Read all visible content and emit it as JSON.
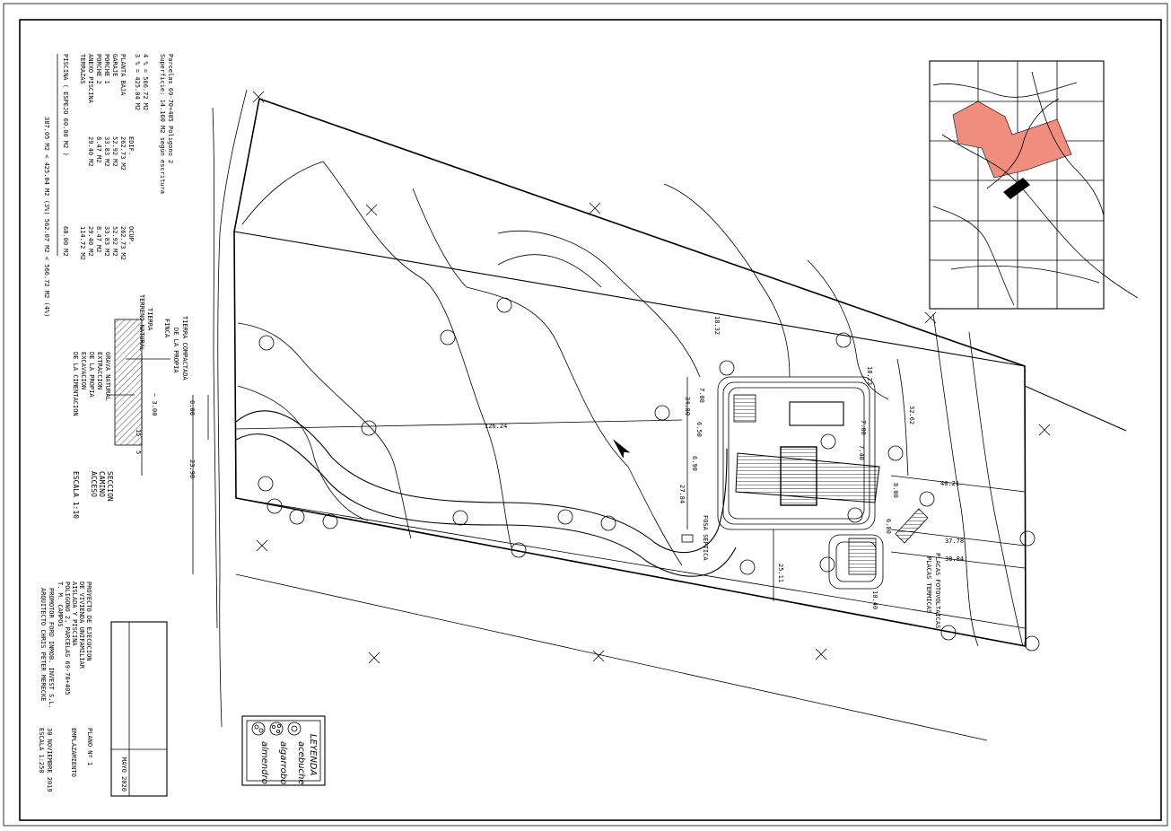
{
  "sheet": {
    "data_block": {
      "lines": [
        "Parcelas 69-70+405  Poligono 2",
        "Superficie: 14.160 M2 según escritura",
        "4 % =  566.72 M2",
        "3 % =  425.04 M2"
      ],
      "table_headers": [
        "EDIF.",
        "OCUP."
      ],
      "rows": [
        {
          "name": "PLANTA BAJA",
          "edif": "262.73 M2",
          "ocup": "262.73 M2"
        },
        {
          "name": "GARAJE",
          "edif": "52.92 M2",
          "ocup": "52.92 M2"
        },
        {
          "name": "PORCHE 1",
          "edif": "33.83 M2",
          "ocup": "33.83 M2"
        },
        {
          "name": "PORCHE 2",
          "edif": "8.47 M2",
          "ocup": "8.47 M2"
        },
        {
          "name": "ANEXO PISCINA",
          "edif": "29.40 M2",
          "ocup": "29.40 M2"
        },
        {
          "name": "TERRAZAS",
          "edif": "",
          "ocup": "114.72 M2"
        },
        {
          "name": "PISCINA ( ESPEJO 60.00 M2 )",
          "edif": "",
          "ocup": "60.00 M2"
        }
      ],
      "summary": "387.05 M2 < 425.04 M2 (3%)  562.07 M2 < 566.72 M2 (4%)"
    },
    "section": {
      "labels": [
        "TIERRA COMPACTADA",
        "DE LA PROPIA",
        "FINCA",
        "TIERRA",
        "TERRENO NATURAL",
        "GRAVA NATURAL",
        "EXTRACCION",
        "DE LA PROPIA",
        "EXCAVACION",
        "DE LA CIMENTACION"
      ],
      "dims": [
        "~ 3.00",
        "15",
        "5"
      ],
      "caption": [
        "SECCION",
        "CAMINO",
        "ACCESO",
        "ESCALA 1:10"
      ]
    },
    "title_block": {
      "project": [
        "PROYECTO DE EJECUCION",
        "DE VIVIENDA UNIFAMILIAR",
        "AISLADA Y PISCINA",
        "POLIGONO 2, PARCELAS 69-70+405",
        "T. M. CAMPOS"
      ],
      "promotor": "PROMOTOR FORD INMOB. INVEST S.L.",
      "arquitecto": "ARQUITECTO CHRIS PETER MERECKE",
      "plano": "PLANO Nº 1",
      "plano_name": "EMPLAZAMIENTO",
      "date": "30 NOVIEMBRE 2019",
      "scale": "ESCALA 1:250",
      "revision": "MAYO 2020"
    },
    "legend": {
      "title": "LEYENDA",
      "items": [
        "acebuche",
        "algarrobo",
        "almendro"
      ]
    },
    "plan": {
      "dims": [
        "126.24",
        "40.21",
        "37.78",
        "38.84",
        "25.11",
        "27.84",
        "34.80",
        "18.32",
        "18.23",
        "32.62",
        "10.40",
        "7.00",
        "7.00",
        "6.50",
        "6.90",
        "8.00",
        "6.80",
        "7.40",
        "6.00",
        "23.90"
      ],
      "labels": [
        "FOSA SEPTICA",
        "PLACAS FOTOVOLTAICAS",
        "PLACAS TERMICAS"
      ]
    }
  }
}
